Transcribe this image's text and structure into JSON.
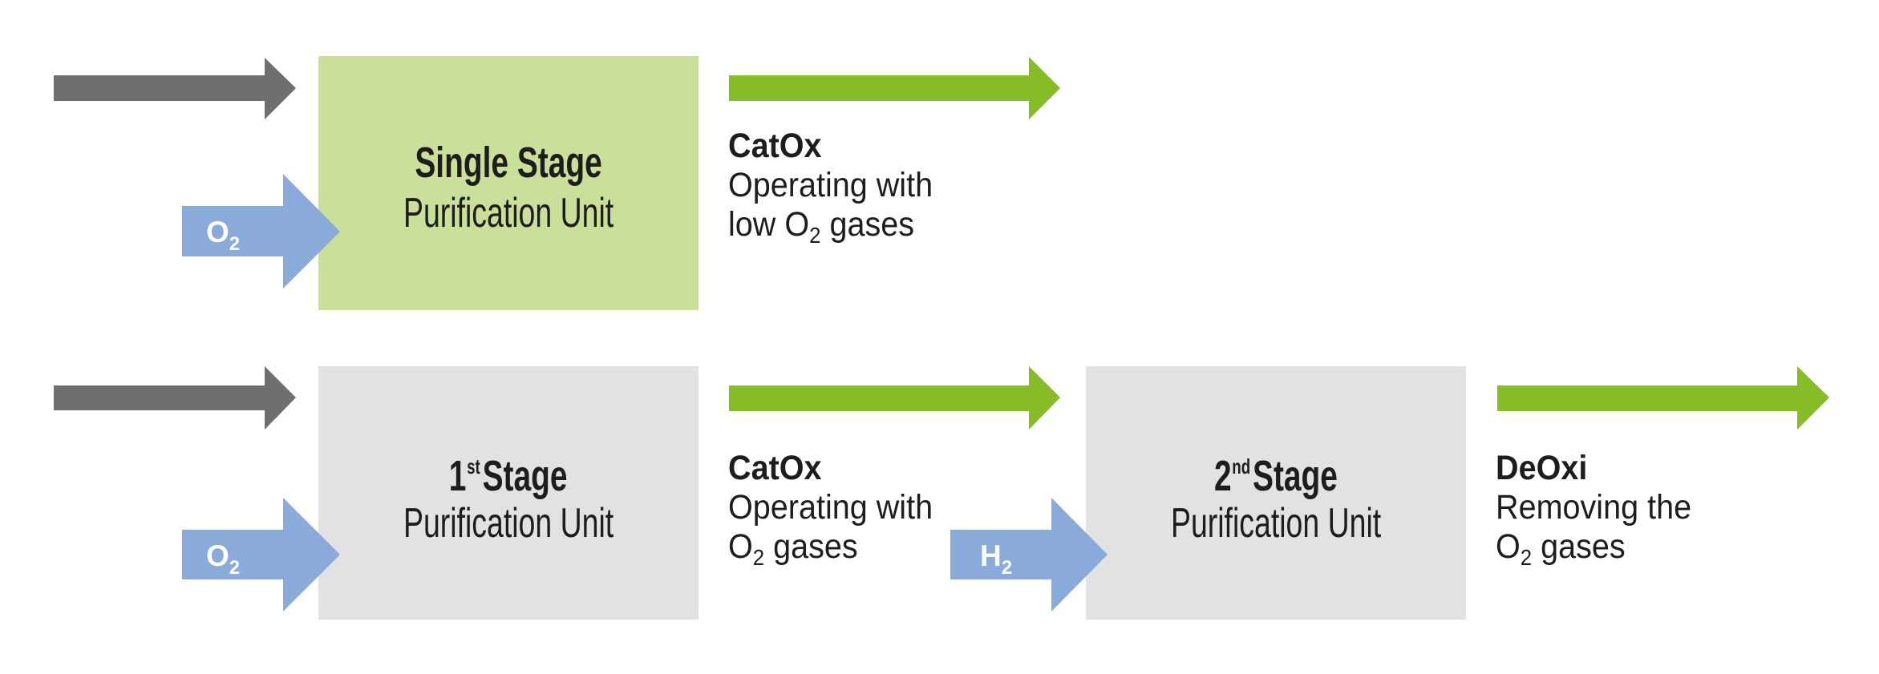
{
  "colors": {
    "feed_arrow": "#6f6f6e",
    "product_arrow": "#86bc25",
    "reagent_arrow": "#8aabd9",
    "single_stage_box": "#cadf9a",
    "multi_stage_box": "#e2e2e2",
    "text": "#1d1d1b"
  },
  "rows": [
    {
      "name": "single-stage",
      "reagent": {
        "base": "O",
        "sub": "2"
      },
      "box": {
        "title_main": "Single Stage",
        "title_sup": "",
        "subtitle": "Purification Unit"
      },
      "output": {
        "head": "CatOx",
        "line1": "Operating with",
        "line2_pre": "low O",
        "line2_sub": "2",
        "line2_post": " gases"
      }
    },
    {
      "name": "two-stage",
      "stage1": {
        "reagent": {
          "base": "O",
          "sub": "2"
        },
        "box": {
          "title_num": "1",
          "title_sup": "st",
          "title_main": "Stage",
          "subtitle": "Purification Unit"
        },
        "output": {
          "head": "CatOx",
          "line1": "Operating with",
          "line2_pre": "O",
          "line2_sub": "2",
          "line2_post": " gases"
        }
      },
      "stage2": {
        "reagent": {
          "base": "H",
          "sub": "2"
        },
        "box": {
          "title_num": "2",
          "title_sup": "nd",
          "title_main": "Stage",
          "subtitle": "Purification Unit"
        },
        "output": {
          "head": "DeOxi",
          "line1": "Removing the",
          "line2_pre": "O",
          "line2_sub": "2",
          "line2_post": " gases"
        }
      }
    }
  ]
}
